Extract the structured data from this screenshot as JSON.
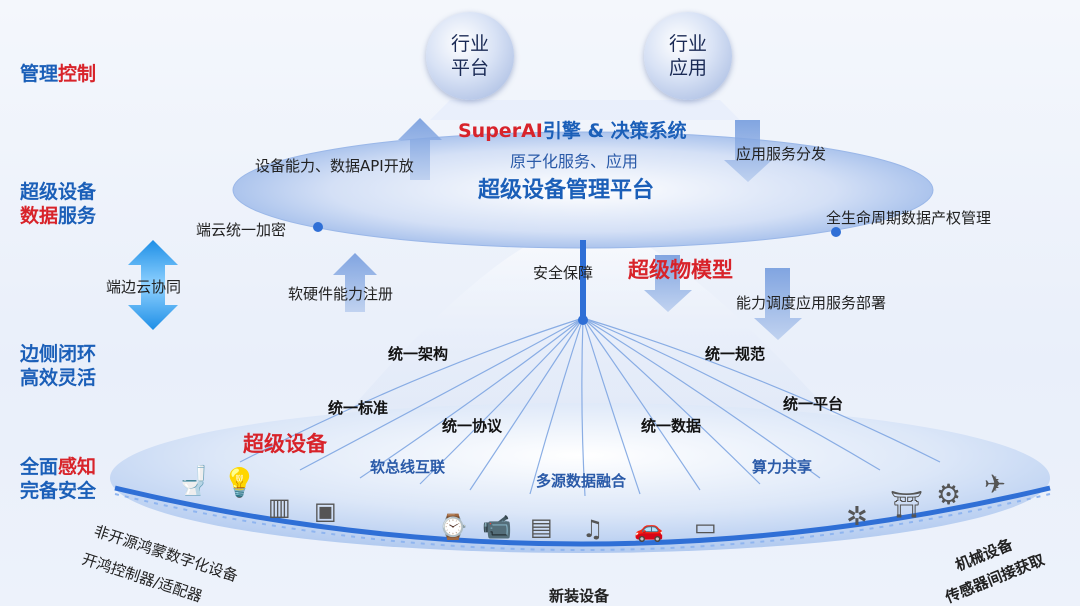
{
  "top_circles": {
    "industry_platform": "行业\n平台",
    "industry_app": "行业\n应用"
  },
  "left_labels": {
    "management": {
      "a": "管理",
      "b": "控制"
    },
    "super_device": {
      "line1": "超级设备",
      "line2a": "数据",
      "line2b": "服务"
    },
    "edge": {
      "line1": "边侧闭环",
      "line2": "高效灵活"
    },
    "perception": {
      "line1a": "全面",
      "line1b": "感知",
      "line2": "完备安全"
    }
  },
  "platform": {
    "superai_a": "SuperAI",
    "superai_b": "引擎 & 决策系统",
    "atomic": "原子化服务、应用",
    "title": "超级设备管理平台"
  },
  "annotations": {
    "device_api": "设备能力、数据API开放",
    "app_dist": "应用服务分发",
    "encrypt": "端云统一加密",
    "lifecycle": "全生命周期数据产权管理",
    "edge_cloud": "端边云协同",
    "hw_sw_reg": "软硬件能力注册",
    "security": "安全保障",
    "super_model": "超级物模型",
    "deploy": "能力调度应用服务部署"
  },
  "unify": {
    "arch": "统一架构",
    "spec": "统一规范",
    "std": "统一标准",
    "platform": "统一平台",
    "protocol": "统一协议",
    "data": "统一数据"
  },
  "disk": {
    "super_device": "超级设备",
    "soft_bus": "软总线互联",
    "fusion": "多源数据融合",
    "compute": "算力共享"
  },
  "bottom": {
    "non_oh": "非开源鸿蒙数字化设备",
    "controller": "开鸿控制器/适配器",
    "new": "新装设备",
    "mech": "机械设备",
    "sensor": "传感器间接获取"
  },
  "icons": [
    "toilet-icon",
    "desk-lamp-icon",
    "radiator-icon",
    "panel-icon",
    "watch-icon",
    "camera-icon",
    "router-icon",
    "earbuds-icon",
    "car-icon",
    "whiteboard-icon",
    "fan-icon",
    "gate-icon",
    "wheel-icon",
    "drone-icon"
  ],
  "colors": {
    "accent_blue": "#1b5fb8",
    "accent_red": "#d8232a",
    "disk_blue": "#3f7ee0"
  }
}
